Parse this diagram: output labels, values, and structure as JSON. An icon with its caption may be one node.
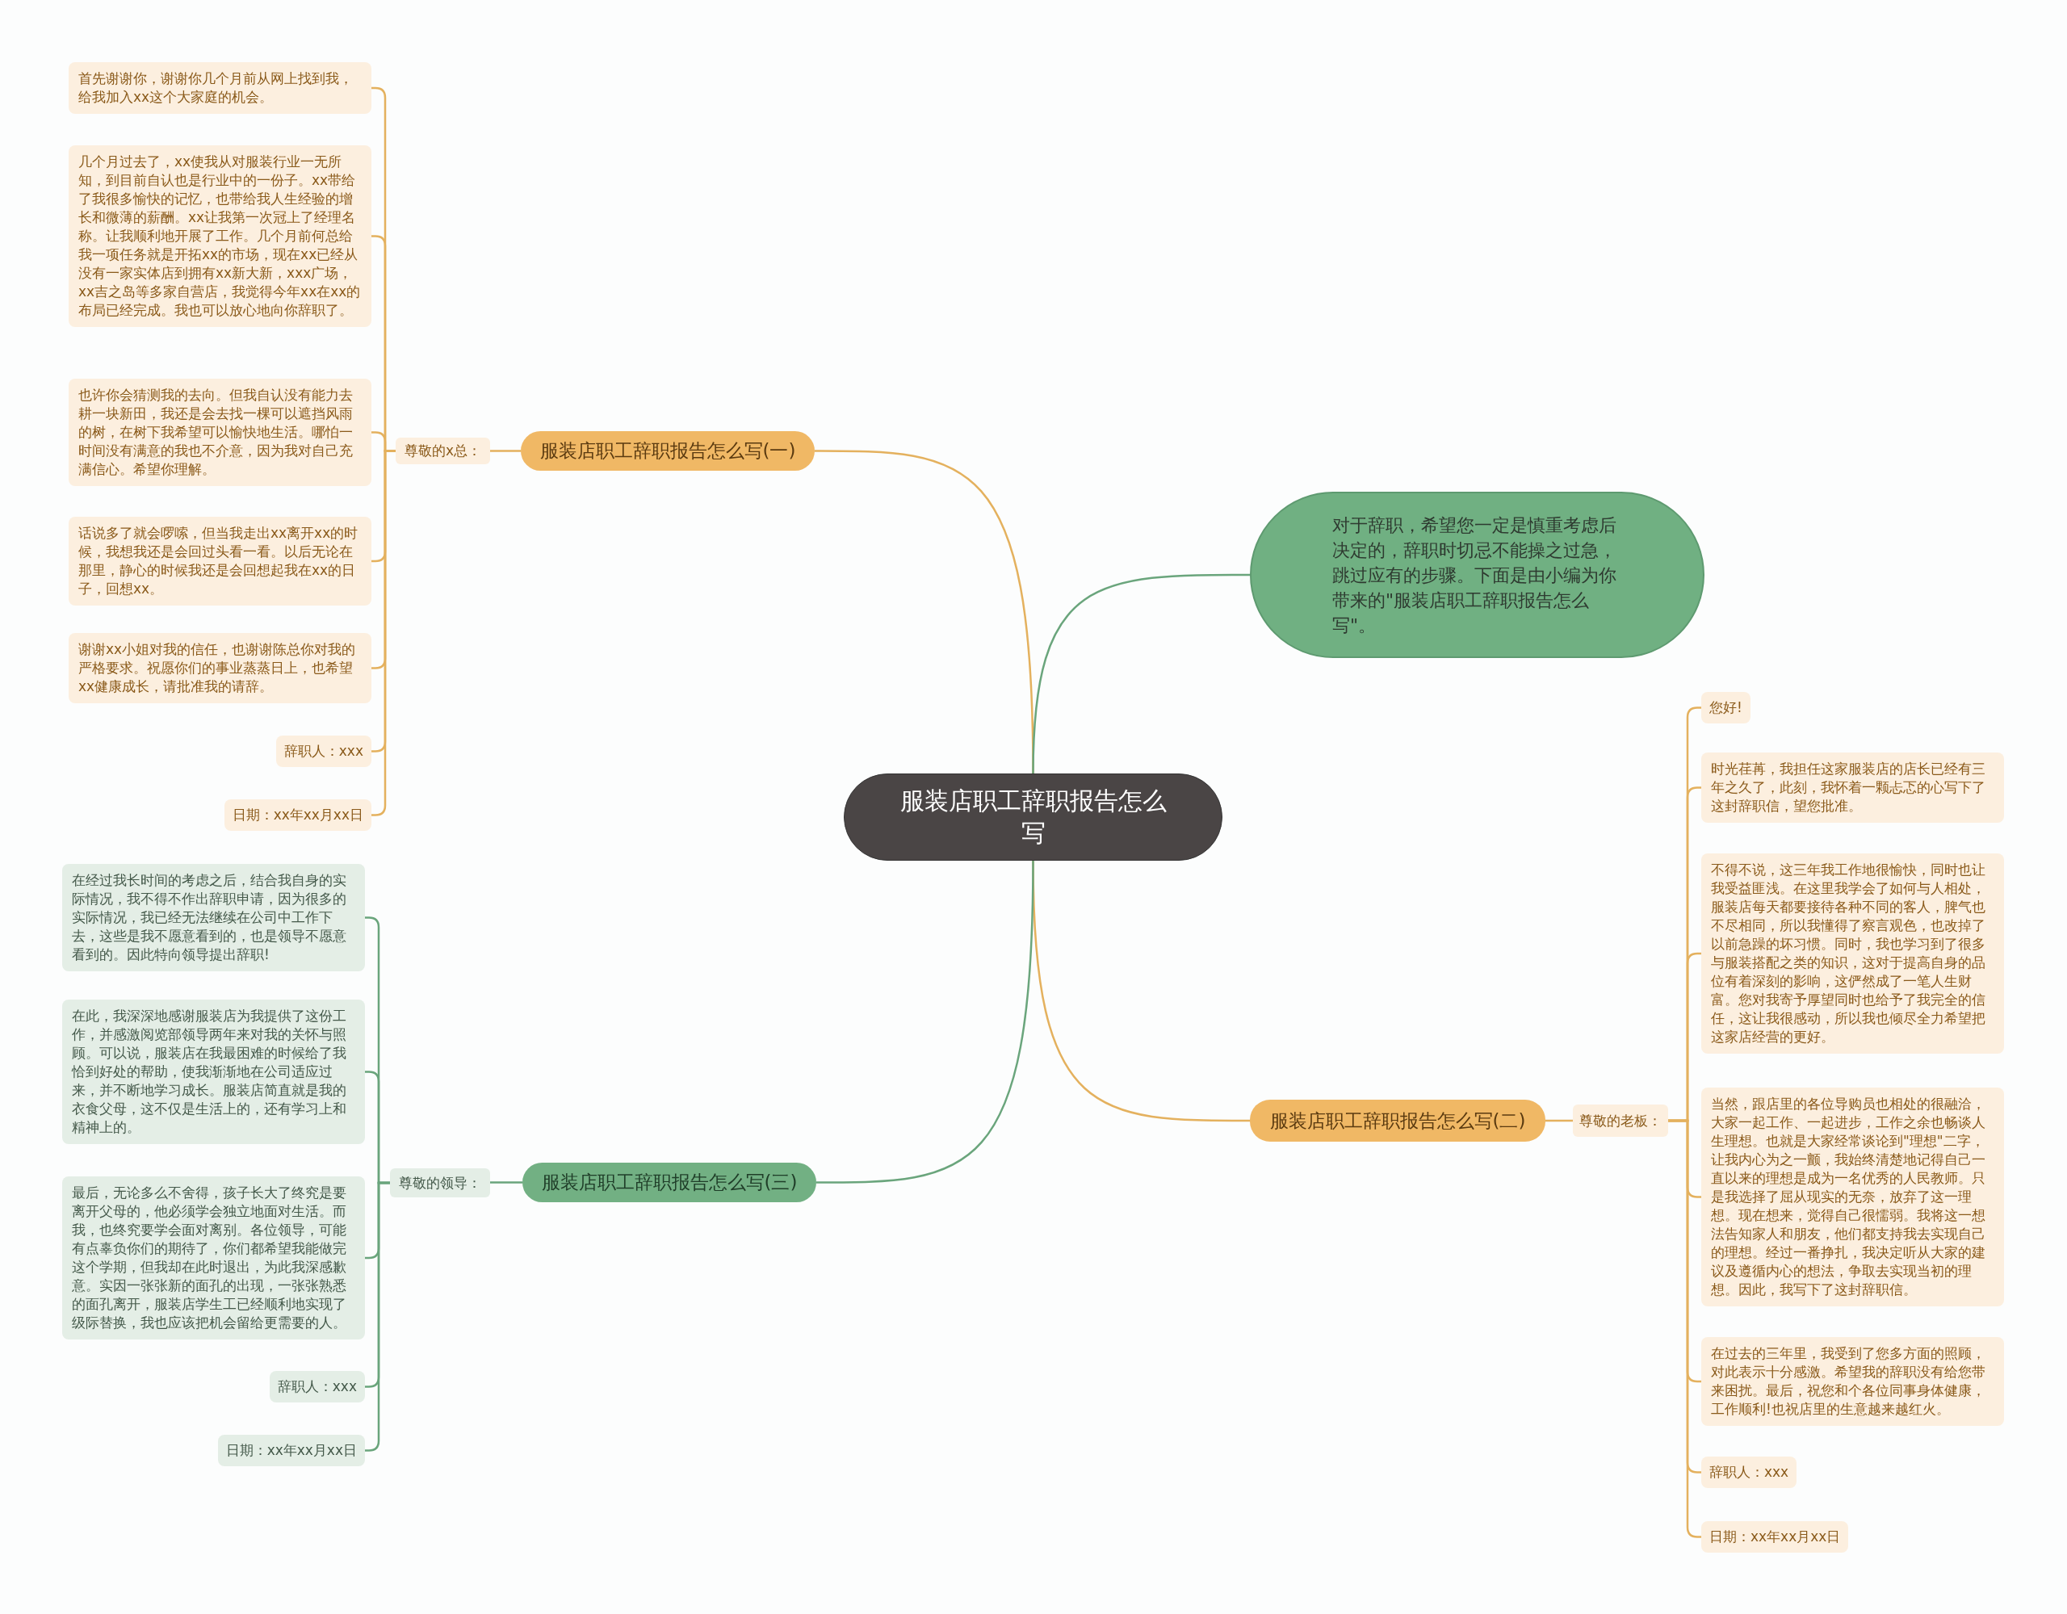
{
  "diagram": {
    "nodes": [
      {
        "text": [
          "服装店职工辞职报告怎么写"
        ]
      },
      {
        "text": [
          "服装店职工辞职报告怎么写(一)"
        ]
      },
      {
        "text": [
          "尊敬的x总："
        ]
      },
      {
        "text": [
          "首先谢谢你，谢谢你几个月前从网上找到我，给我加入xx这个大家庭的机会。"
        ]
      },
      {
        "text": [
          "几个月过去了，xx使我从对服装行业一无所知，到目前自认也是行业中的一份子。xx带给了我很多愉快的记忆，也带给我人生经验的增长和微薄的薪酬。xx让我第一次冠上了经理名称。让我顺利地开展了工作。几个月前何总给我一项任务就是开拓xx的市场，现在xx已经从没有一家实体店到拥有xx新大新，xxx广场，xx吉之岛等多家自营店，我觉得今年xx在xx的布局已经完成。我也可以放心地向你辞职了。"
        ]
      },
      {
        "text": [
          "也许你会猜测我的去向。但我自认没有能力去耕一块新田，我还是会去找一棵可以遮挡风雨的树，在树下我希望可以愉快地生活。哪怕一时间没有满意的我也不介意，因为我对自己充满信心。希望你理解。"
        ]
      },
      {
        "text": [
          "话说多了就会啰嗦，但当我走出xx离开xx的时候，我想我还是会回过头看一看。以后无论在那里，静心的时候我还是会回想起我在xx的日子，回想xx。"
        ]
      },
      {
        "text": [
          "谢谢xx小姐对我的信任，也谢谢陈总你对我的严格要求。祝愿你们的事业蒸蒸日上，也希望xx健康成长，请批准我的请辞。"
        ]
      },
      {
        "text": [
          "辞职人：xxx"
        ]
      },
      {
        "text": [
          "日期：xx年xx月xx日"
        ]
      },
      {
        "text": [
          "对于辞职，希望您一定是慎重考虑后决定的，辞职时切忌不能操之过急，跳过应有的步骤。下面是由小编为你带来的\"服装店职工辞职报告怎么写\"。"
        ]
      },
      {
        "text": [
          "服装店职工辞职报告怎么写(二)"
        ]
      },
      {
        "text": [
          "尊敬的老板："
        ]
      },
      {
        "text": [
          "您好!"
        ]
      },
      {
        "text": [
          "时光荏苒，我担任这家服装店的店长已经有三年之久了，此刻，我怀着一颗忐忑的心写下了这封辞职信，望您批准。"
        ]
      },
      {
        "text": [
          "不得不说，这三年我工作地很愉快，同时也让我受益匪浅。在这里我学会了如何与人相处，服装店每天都要接待各种不同的客人，脾气也不尽相同，所以我懂得了察言观色，也改掉了以前急躁的坏习惯。同时，我也学习到了很多与服装搭配之类的知识，这对于提高自身的品位有着深刻的影响，这俨然成了一笔人生财富。您对我寄予厚望同时也给予了我完全的信任，这让我很感动，所以我也倾尽全力希望把这家店经营的更好。"
        ]
      },
      {
        "text": [
          "当然，跟店里的各位导购员也相处的很融洽，大家一起工作、一起进步，工作之余也畅谈人生理想。也就是大家经常谈论到\"理想\"二字，让我内心为之一颤，我始终清楚地记得自己一直以来的理想是成为一名优秀的人民教师。只是我选择了屈从现实的无奈，放弃了这一理想。现在想来，觉得自己很懦弱。我将这一想法告知家人和朋友，他们都支持我去实现自己的理想。经过一番挣扎，我决定听从大家的建议及遵循内心的想法，争取去实现当初的理想。因此，我写下了这封辞职信。"
        ]
      },
      {
        "text": [
          "在过去的三年里，我受到了您多方面的照顾，对此表示十分感激。希望我的辞职没有给您带来困扰。最后，祝您和个各位同事身体健康，工作顺利!也祝店里的生意越来越红火。"
        ]
      },
      {
        "text": [
          "辞职人：xxx"
        ]
      },
      {
        "text": [
          "日期：xx年xx月xx日"
        ]
      },
      {
        "text": [
          "服装店职工辞职报告怎么写(三)"
        ]
      },
      {
        "text": [
          "尊敬的领导："
        ]
      },
      {
        "text": [
          "在经过我长时间的考虑之后，结合我自身的实际情况，我不得不作出辞职申请，因为很多的实际情况，我已经无法继续在公司中工作下去，这些是我不愿意看到的，也是领导不愿意看到的。因此特向领导提出辞职!"
        ]
      },
      {
        "text": [
          "在此，我深深地感谢服装店为我提供了这份工作，并感激阅览部领导两年来对我的关怀与照顾。可以说，服装店在我最困难的时候给了我恰到好处的帮助，使我渐渐地在公司适应过来，并不断地学习成长。服装店简直就是我的衣食父母，这不仅是生活上的，还有学习上和精神上的。"
        ]
      },
      {
        "text": [
          "最后，无论多么不舍得，孩子长大了终究是要离开父母的，他必须学会独立地面对生活。而我，也终究要学会面对离别。各位领导，可能有点辜负你们的期待了，你们都希望我能做完这个学期，但我却在此时退出，为此我深感歉意。实因一张张新的面孔的出现，一张张熟悉的面孔离开，服装店学生工已经顺利地实现了级际替换，我也应该把机会留给更需要的人。"
        ]
      },
      {
        "text": [
          "辞职人：xxx"
        ]
      },
      {
        "text": [
          "日期：xx年xx月xx日"
        ]
      }
    ],
    "edges": [
      {
        "from": 0,
        "to": 1,
        "arrow": "none"
      },
      {
        "from": 1,
        "to": 2,
        "arrow": "none"
      },
      {
        "from": 2,
        "to": 3,
        "arrow": "none"
      },
      {
        "from": 2,
        "to": 4,
        "arrow": "none"
      },
      {
        "from": 2,
        "to": 5,
        "arrow": "none"
      },
      {
        "from": 2,
        "to": 6,
        "arrow": "none"
      },
      {
        "from": 2,
        "to": 7,
        "arrow": "none"
      },
      {
        "from": 2,
        "to": 8,
        "arrow": "none"
      },
      {
        "from": 2,
        "to": 9,
        "arrow": "none"
      },
      {
        "from": 0,
        "to": 10,
        "arrow": "none",
        "color": "#6aa57c"
      },
      {
        "from": 0,
        "to": 11,
        "arrow": "none"
      },
      {
        "from": 11,
        "to": 12,
        "arrow": "none"
      },
      {
        "from": 12,
        "to": 13,
        "arrow": "none"
      },
      {
        "from": 12,
        "to": 14,
        "arrow": "none"
      },
      {
        "from": 12,
        "to": 15,
        "arrow": "none"
      },
      {
        "from": 12,
        "to": 16,
        "arrow": "none"
      },
      {
        "from": 12,
        "to": 17,
        "arrow": "none"
      },
      {
        "from": 12,
        "to": 18,
        "arrow": "none"
      },
      {
        "from": 12,
        "to": 19,
        "arrow": "none"
      },
      {
        "from": 0,
        "to": 20,
        "arrow": "none",
        "color": "#6aa57c"
      },
      {
        "from": 20,
        "to": 21,
        "arrow": "none",
        "color": "#6aa57c"
      },
      {
        "from": 21,
        "to": 22,
        "arrow": "none",
        "color": "#6aa57c"
      },
      {
        "from": 21,
        "to": 23,
        "arrow": "none",
        "color": "#6aa57c"
      },
      {
        "from": 21,
        "to": 24,
        "arrow": "none",
        "color": "#6aa57c"
      },
      {
        "from": 21,
        "to": 25,
        "arrow": "none",
        "color": "#6aa57c"
      },
      {
        "from": 21,
        "to": 26,
        "arrow": "none",
        "color": "#6aa57c"
      }
    ]
  }
}
